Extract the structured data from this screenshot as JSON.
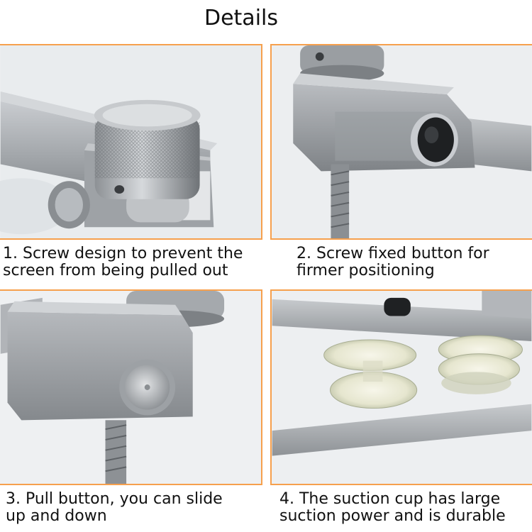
{
  "title": "Details",
  "panels": [
    {
      "image_icon": "knurled-knob-closeup",
      "caption_line1": "1. Screw design to prevent the",
      "caption_line2": "screen from being pulled out"
    },
    {
      "image_icon": "fixed-button-closeup",
      "caption_line1": "2. Screw fixed button for",
      "caption_line2": "firmer positioning"
    },
    {
      "image_icon": "pull-button-closeup",
      "caption_line1": "3. Pull button, you can slide",
      "caption_line2": "up and down"
    },
    {
      "image_icon": "suction-cup-closeup",
      "caption_line1": "4. The suction cup has large",
      "caption_line2": "suction power and is durable"
    }
  ],
  "colors": {
    "border": "#f6a04d",
    "metal": "#a9adb1",
    "background": "#ffffff"
  }
}
